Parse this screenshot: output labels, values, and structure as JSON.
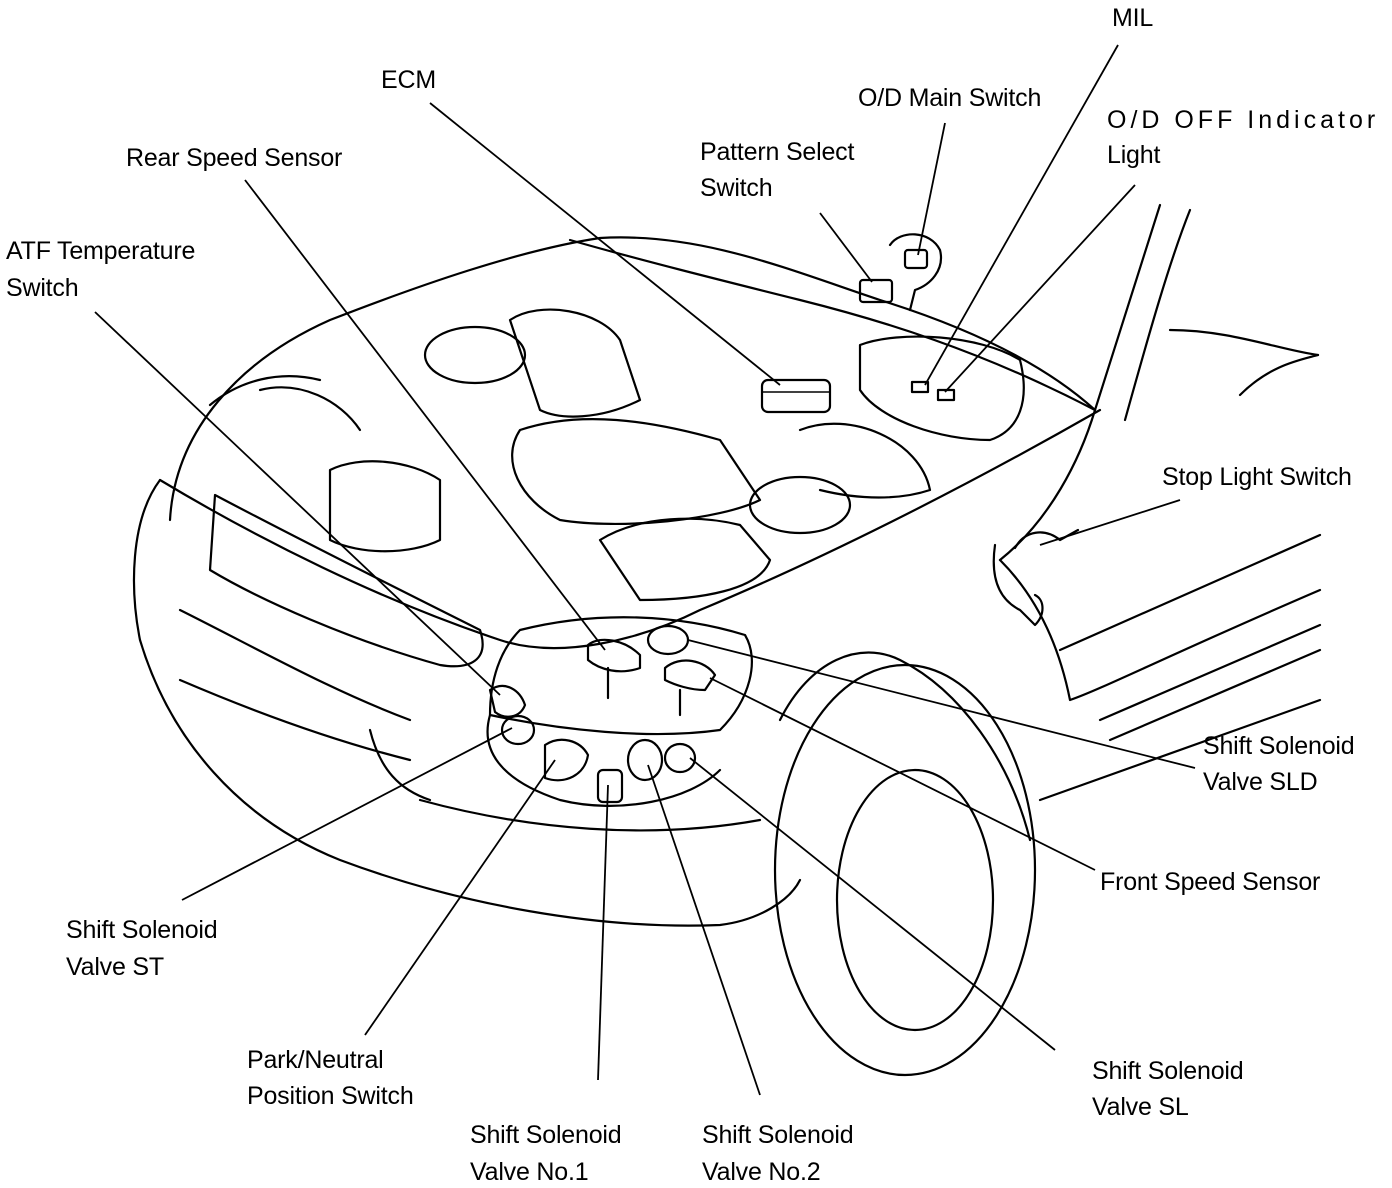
{
  "diagram": {
    "labels": {
      "mil": "MIL",
      "od_main_switch": "O/D Main Switch",
      "od_off_indicator_1": "O/D OFF Indicator",
      "od_off_indicator_2": "Light",
      "ecm": "ECM",
      "pattern_select_1": "Pattern Select",
      "pattern_select_2": "Switch",
      "rear_speed_sensor": "Rear Speed Sensor",
      "atf_temp_1": "ATF Temperature",
      "atf_temp_2": "Switch",
      "stop_light_switch": "Stop Light Switch",
      "sld_1": "Shift Solenoid",
      "sld_2": "Valve SLD",
      "front_speed_sensor": "Front Speed Sensor",
      "st_1": "Shift Solenoid",
      "st_2": "Valve ST",
      "sl_1": "Shift Solenoid",
      "sl_2": "Valve SL",
      "pnp_1": "Park/Neutral",
      "pnp_2": "Position Switch",
      "no1_1": "Shift Solenoid",
      "no1_2": "Valve No.1",
      "no2_1": "Shift Solenoid",
      "no2_2": "Valve No.2"
    }
  }
}
